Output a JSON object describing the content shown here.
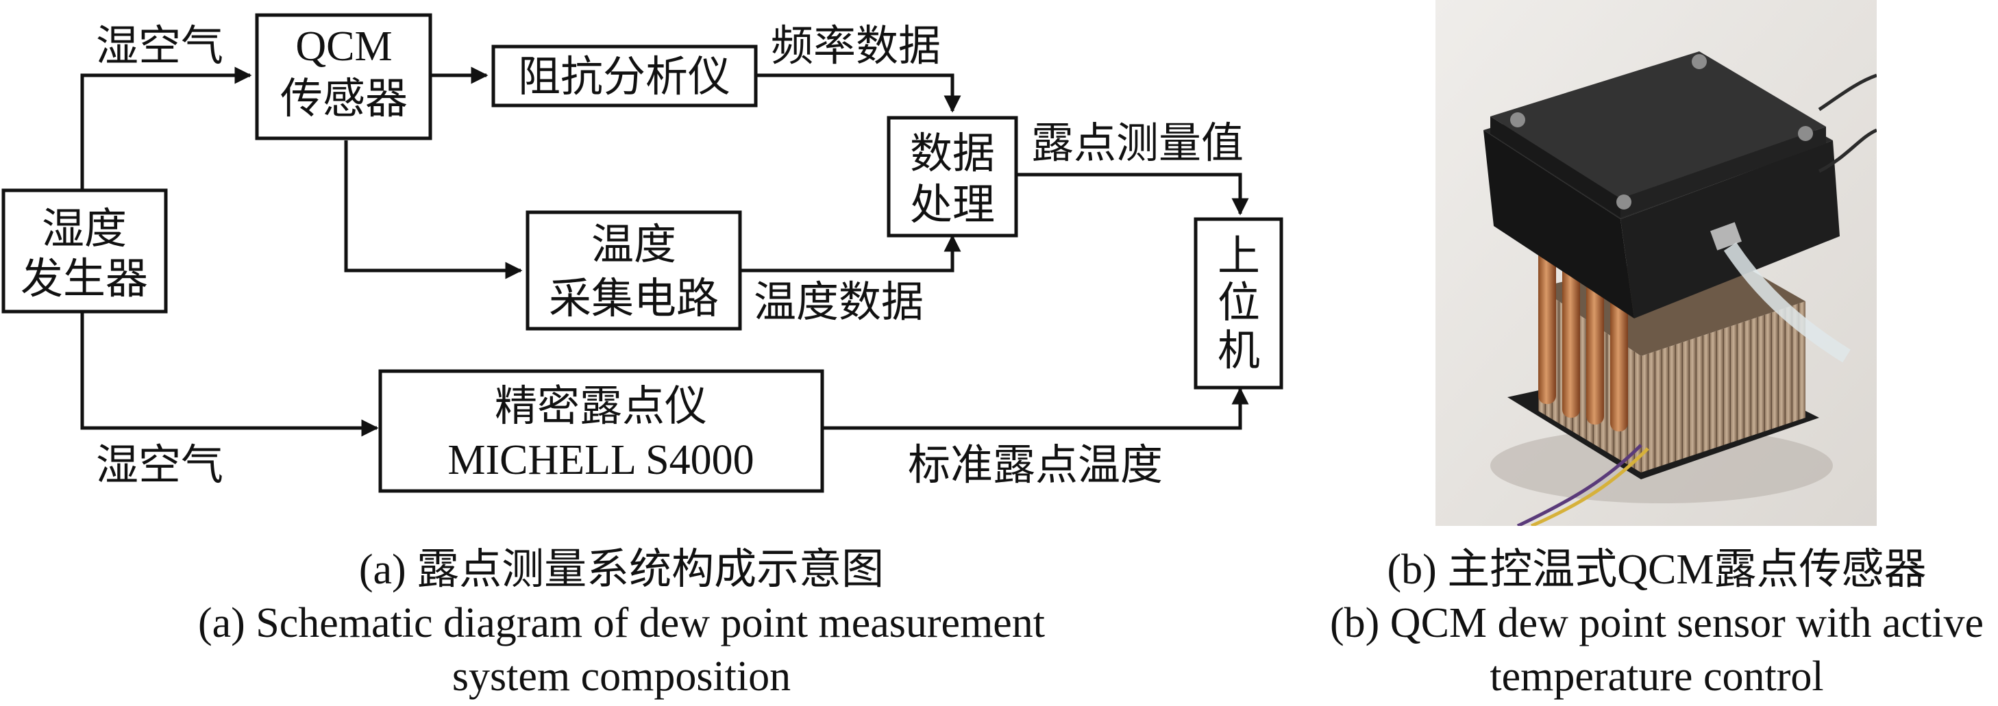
{
  "diagram": {
    "humidity_generator": [
      "湿度",
      "发生器"
    ],
    "qcm_sensor": [
      "QCM",
      "传感器"
    ],
    "impedance_analyzer": "阻抗分析仪",
    "temp_circuit": [
      "温度",
      "采集电路"
    ],
    "data_processing": [
      "数据",
      "处理"
    ],
    "host_pc": [
      "上",
      "位",
      "机"
    ],
    "dew_point_meter": [
      "精密露点仪",
      "MICHELL S4000"
    ],
    "labels": {
      "wet_air_top": "湿空气",
      "wet_air_bottom": "湿空气",
      "frequency_data": "频率数据",
      "temperature_data": "温度数据",
      "dew_point_value": "露点测量值",
      "standard_dew_temp": "标准露点温度"
    }
  },
  "captions": {
    "a_cn": "(a) 露点测量系统构成示意图",
    "a_en_line1": "(a) Schematic diagram of dew point measurement",
    "a_en_line2": "system composition",
    "b_cn": "(b) 主控温式QCM露点传感器",
    "b_en_line1": "(b) QCM dew point sensor with active",
    "b_en_line2": "temperature control"
  }
}
